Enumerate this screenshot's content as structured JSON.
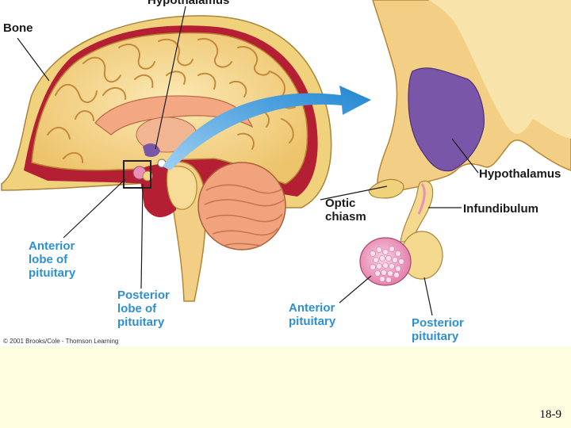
{
  "labels": {
    "hypothalamus_top": "Hypothalamus",
    "bone": "Bone",
    "anterior_lobe": [
      "Anterior",
      "lobe of",
      "pituitary"
    ],
    "posterior_lobe": [
      "Posterior",
      "lobe of",
      "pituitary"
    ],
    "optic_chiasm": [
      "Optic",
      "chiasm"
    ],
    "hypothalamus_right": "Hypothalamus",
    "infundibulum": "Infundibulum",
    "anterior_pituitary": [
      "Anterior",
      "pituitary"
    ],
    "posterior_pituitary": [
      "Posterior",
      "pituitary"
    ]
  },
  "copyright": "© 2001 Brooks/Cole - Thomson Learning",
  "slide_number": "18-9",
  "colors": {
    "bone": "#f1d27c",
    "dura": "#b51f34",
    "brain": "#f6dc96",
    "gyri_outline": "#c48a3a",
    "hypothalamus": "#7a56a8",
    "anterior_pituitary": "#ea8fb8",
    "arrow": "#2b8fd6",
    "label_blue": "#2e8fd0",
    "footer_bg": "#fdfde0"
  }
}
